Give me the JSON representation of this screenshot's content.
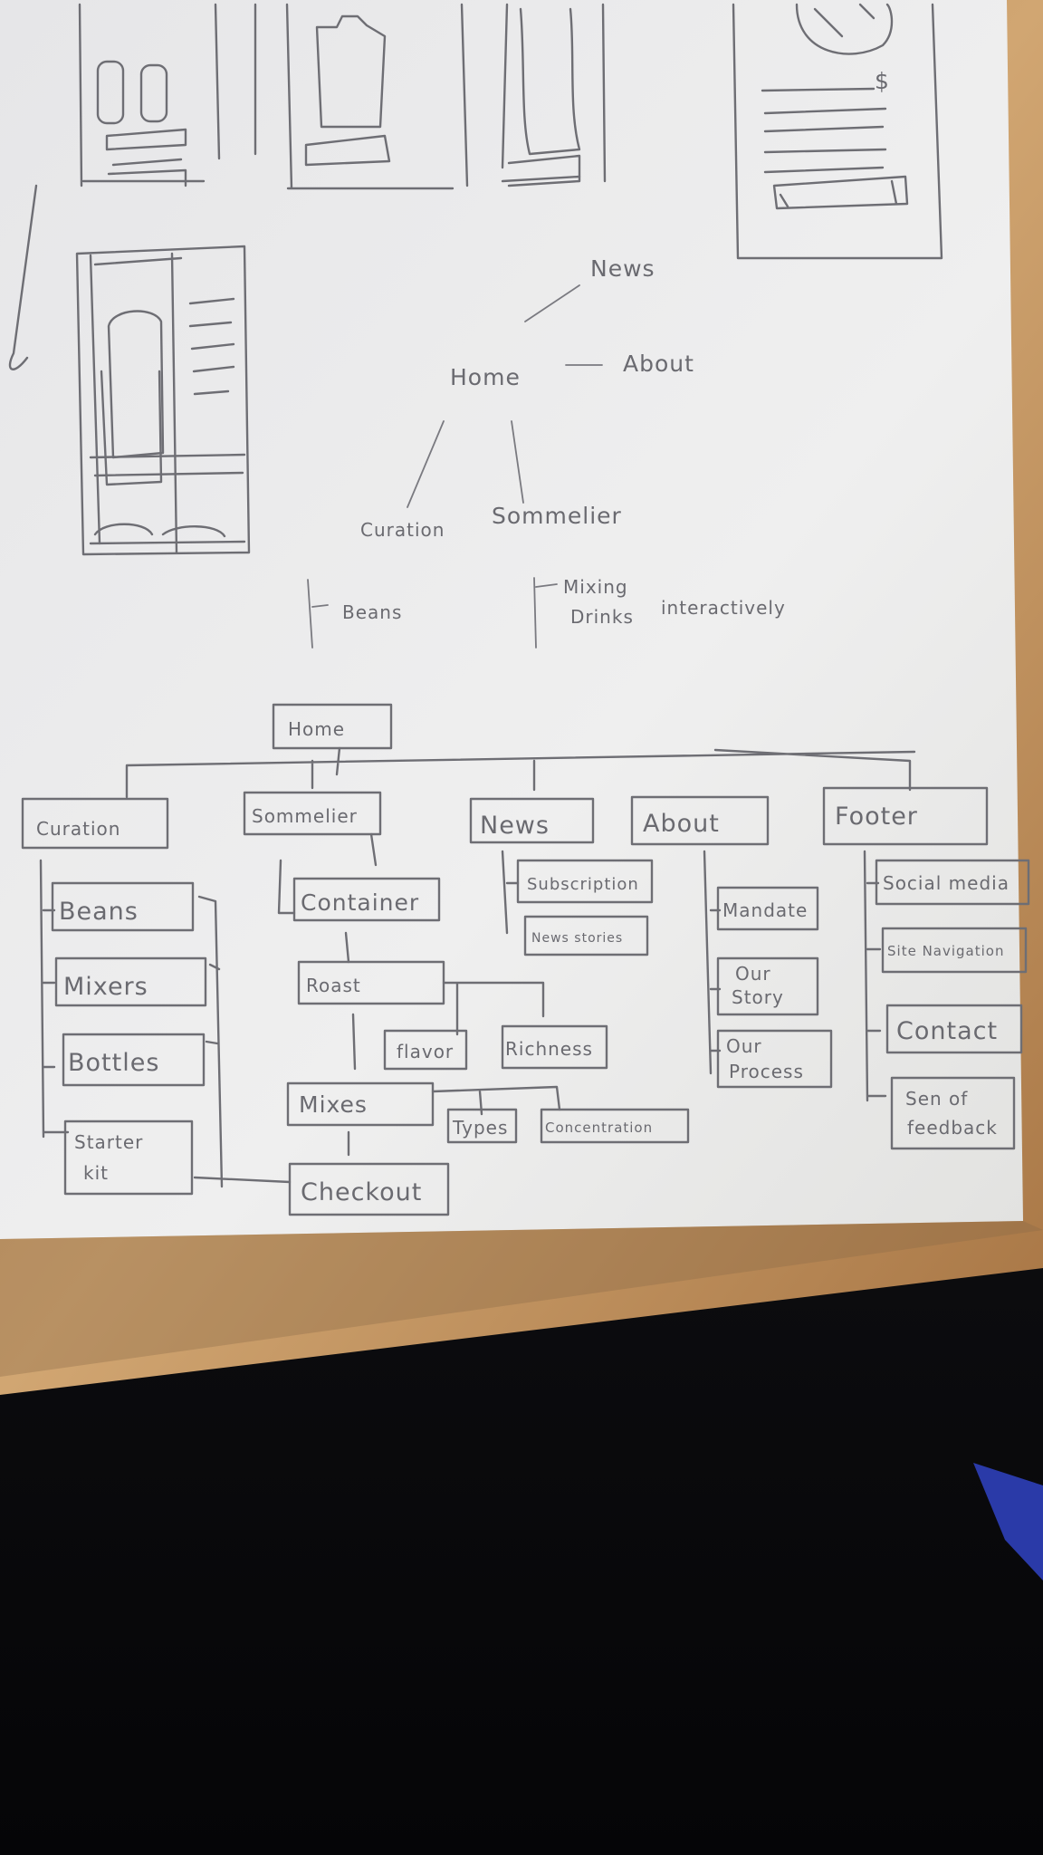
{
  "top_tree": {
    "nodes": {
      "home": "Home",
      "news": "News",
      "about": "About",
      "curation": "Curation",
      "sommelier": "Sommelier",
      "beans": "Beans",
      "mixing": "Mixing",
      "drinks": "Drinks",
      "interactively": "interactively"
    }
  },
  "sitemap": {
    "root": "Home",
    "sections": [
      {
        "title": "Curation",
        "children": [
          "Beans",
          "Mixers",
          "Bottles",
          "Starter",
          "kit"
        ]
      },
      {
        "title": "Sommelier",
        "children": [
          "Container",
          "Roast",
          "flavor",
          "Richness",
          "Mixes",
          "Types",
          "Concentration",
          "Checkout"
        ]
      },
      {
        "title": "News",
        "children": [
          "Subscription",
          "News stories"
        ]
      },
      {
        "title": "About",
        "children": [
          "Mandate",
          "Our",
          "Story",
          "Our",
          "Process"
        ]
      },
      {
        "title": "Footer",
        "children": [
          "Social media",
          "Site Navigation",
          "Contact",
          "Sen of",
          "feedback"
        ]
      }
    ]
  },
  "sketch_marks": {
    "price_symbol": "$"
  },
  "colors": {
    "paper": "#ececec",
    "pencil": "#6e6e74",
    "desk": "#c89a66",
    "dark": "#0b0b0d"
  }
}
